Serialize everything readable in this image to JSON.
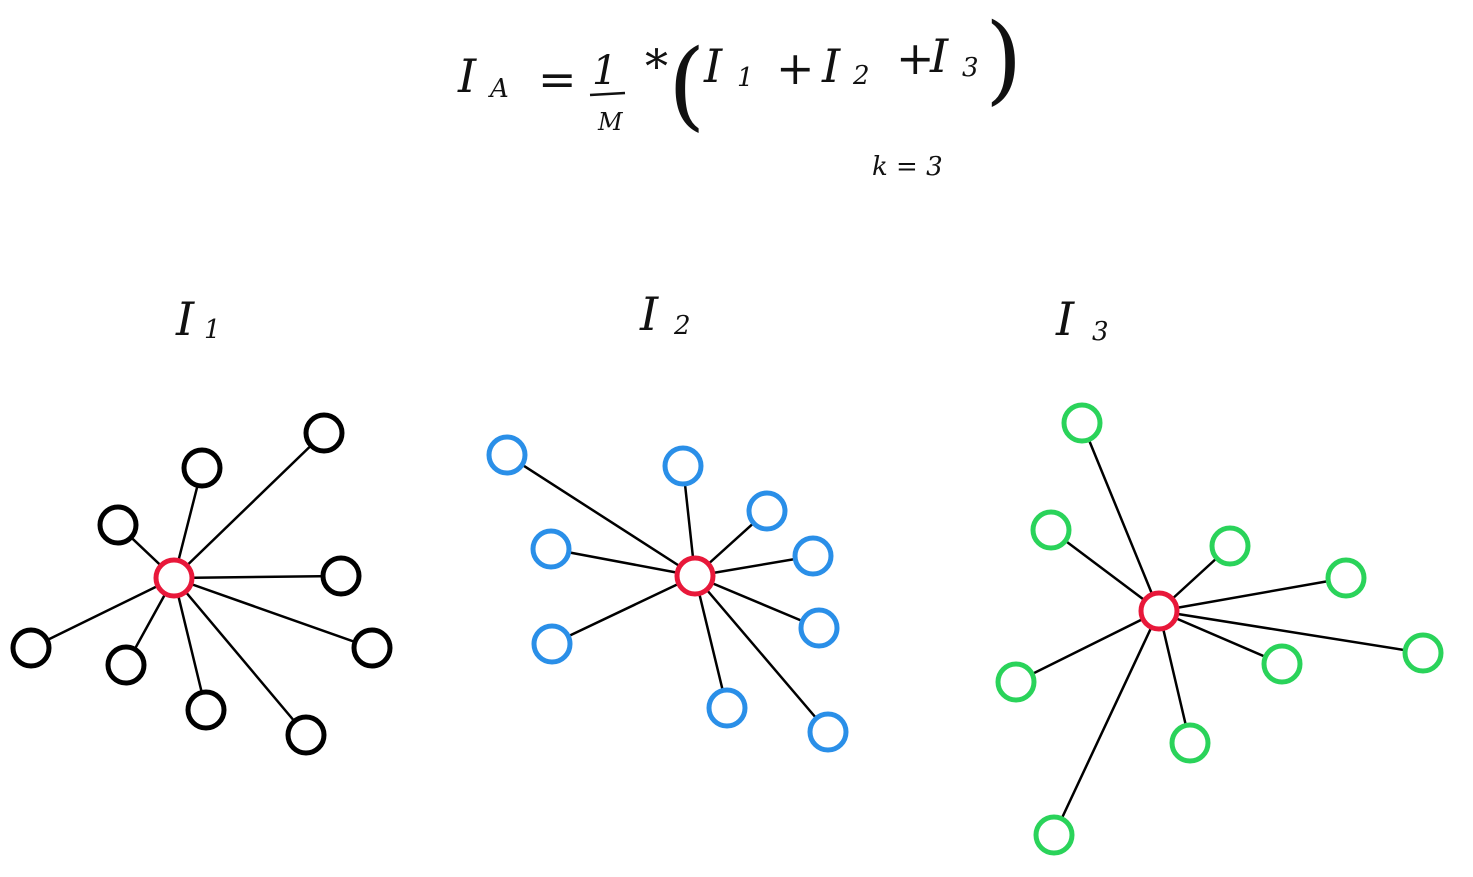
{
  "formula": {
    "lhs": "I",
    "lhs_sub": "A",
    "equals": "=",
    "frac_num": "1",
    "frac_den": "M",
    "times": "*",
    "open_paren": "(",
    "term1": "I",
    "term1_sub": "1",
    "plus1": "+",
    "term2": "I",
    "term2_sub": "2",
    "plus2": "+",
    "term3": "I",
    "term3_sub": "3",
    "close_paren": ")"
  },
  "k_note": "k = 3",
  "colors": {
    "center": "#e8183a",
    "edge": "#000000",
    "graph1": "#000000",
    "graph2": "#2a8fe8",
    "graph3": "#2ad35a"
  },
  "graphs": [
    {
      "id": "g1",
      "label": "I",
      "label_sub": "1",
      "color_key": "graph1",
      "leaf_count": 9
    },
    {
      "id": "g2",
      "label": "I",
      "label_sub": "2",
      "color_key": "graph2",
      "leaf_count": 9
    },
    {
      "id": "g3",
      "label": "I",
      "label_sub": "3",
      "color_key": "graph3",
      "leaf_count": 9
    }
  ]
}
